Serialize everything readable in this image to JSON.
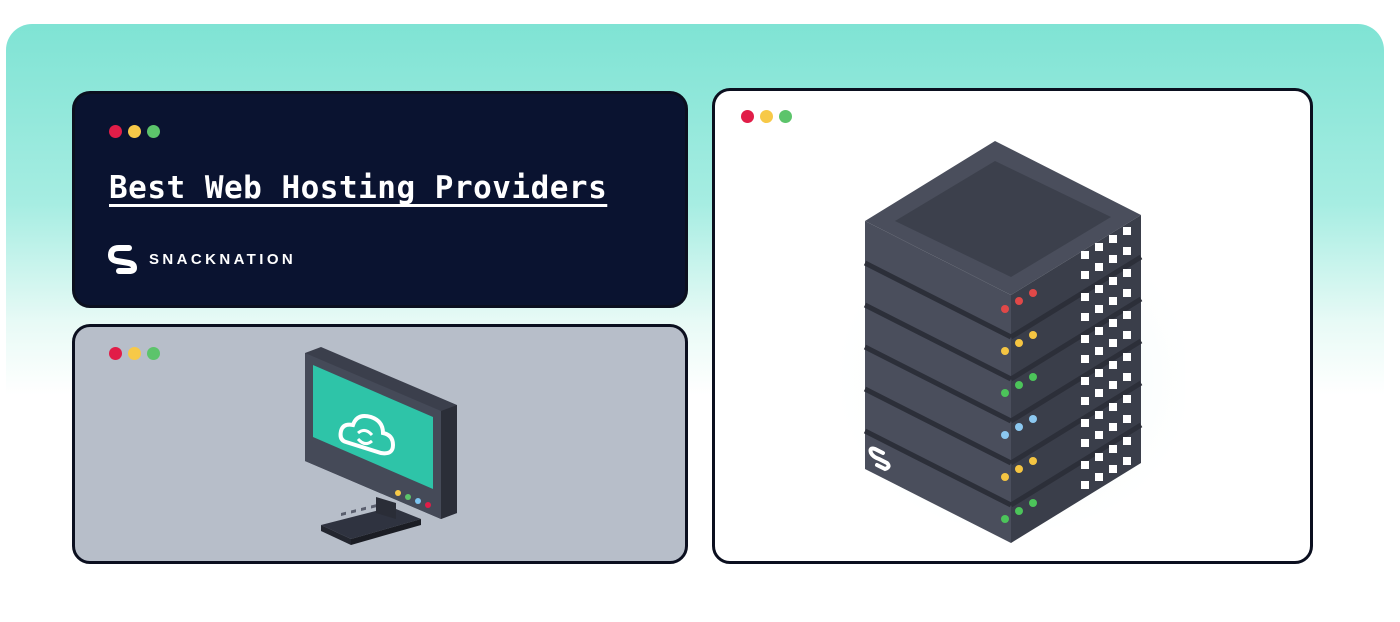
{
  "header": {
    "title": "Best Web Hosting Providers",
    "brand_name": "SNACKNATION",
    "brand_icon": "snacknation-logo-icon"
  },
  "window_controls": {
    "colors": {
      "close": "#e11d48",
      "minimize": "#f7c948",
      "maximize": "#5cc46b"
    }
  },
  "illustrations": {
    "monitor": {
      "icon": "cloud-sync-monitor-icon",
      "screen_color": "#2ec4a8"
    },
    "server": {
      "icon": "server-rack-icon",
      "led_rows": [
        "red",
        "yellow",
        "green",
        "blue",
        "yellow",
        "green"
      ]
    }
  },
  "theme": {
    "background_gradient_top": "#7fe3d4",
    "title_card_bg": "#0a1330",
    "monitor_card_bg": "#b7bec9",
    "server_card_bg": "#ffffff"
  }
}
